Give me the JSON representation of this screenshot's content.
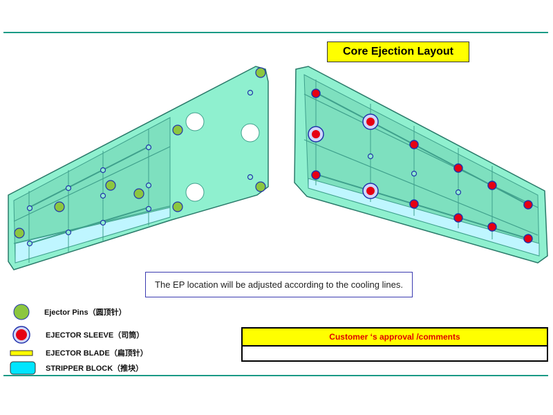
{
  "title": "Core Ejection Layout",
  "note": "The EP location will be adjusted according to the cooling lines.",
  "legend": [
    {
      "key": "ejector_pins",
      "label": "Ejector Pins（圆顶针）",
      "color": "#8cc63f"
    },
    {
      "key": "ejector_sleeve",
      "label": "EJECTOR SLEEVE（司筒）",
      "color": "#e60012"
    },
    {
      "key": "ejector_blade",
      "label": "EJECTOR BLADE（扁顶针）",
      "color": "#ffff00"
    },
    {
      "key": "stripper_block",
      "label": "STRIPPER BLOCK（推块）",
      "color": "#00e5ff"
    }
  ],
  "approval": {
    "header": "Customer ‘s approval /comments",
    "body": ""
  },
  "colors": {
    "part_fill": "#8ff0cf",
    "part_rib": "#3fa08c",
    "rule": "#1a9a86",
    "stripper": "#bff6ff",
    "pin_ring": "#2233aa"
  }
}
